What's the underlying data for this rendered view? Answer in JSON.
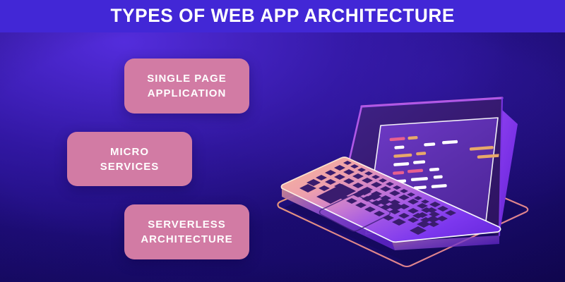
{
  "header": {
    "title": "TYPES OF WEB APP ARCHITECTURE",
    "background_color": "#4227D6",
    "text_color": "#FFFFFF"
  },
  "stage": {
    "background_colors": [
      "#2A1299",
      "#200F86",
      "#190B6F",
      "#120758"
    ],
    "glow_color": "#562EE0"
  },
  "cards": [
    {
      "id": "single-page-application",
      "line1": "SINGLE PAGE",
      "line2": "APPLICATION",
      "background_color": "#D27BA4",
      "text_color": "#FFFFFF"
    },
    {
      "id": "micro-services",
      "line1": "MICRO",
      "line2": "SERVICES",
      "background_color": "#D27BA4",
      "text_color": "#FFFFFF"
    },
    {
      "id": "serverless-architecture",
      "line1": "SERVERLESS",
      "line2": "ARCHITECTURE",
      "background_color": "#D27BA4",
      "text_color": "#FFFFFF"
    }
  ],
  "illustration": {
    "name": "laptop-isometric",
    "description": "Isometric open laptop displaying a code editor",
    "lid_edge_color": "#F4A46B",
    "lid_body_color": "#3A1F7A",
    "screen_color": "#5B2FA8",
    "base_gradient": [
      "#EFA3A6",
      "#B06CD8",
      "#7A3BE0"
    ],
    "keyboard_color": "#3A1C6E",
    "platform_outline_color": "#E08F7C",
    "code_colors": {
      "white": "#FFFFFF",
      "orange": "#E8A86A",
      "pink": "#E8608F"
    }
  }
}
